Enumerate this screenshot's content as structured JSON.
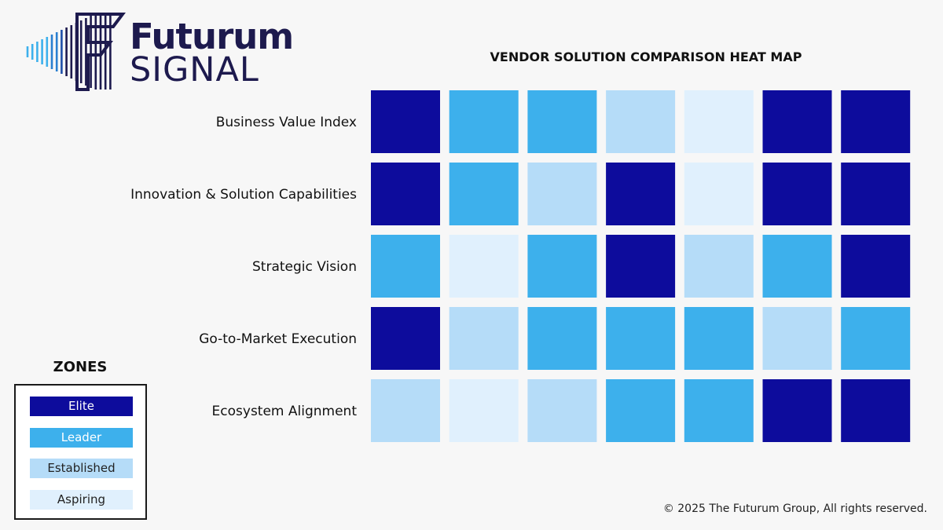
{
  "logo": {
    "line1": "Futurum",
    "line2": "SIGNAL",
    "icon": "futurum-signal-logo-icon"
  },
  "chart_data": {
    "type": "heatmap",
    "title": "VENDOR SOLUTION COMPARISON HEAT MAP",
    "rows": [
      "Business Value Index",
      "Innovation & Solution Capabilities",
      "Strategic Vision",
      "Go-to-Market Execution",
      "Ecosystem Alignment"
    ],
    "columns": 7,
    "values": [
      [
        "Elite",
        "Leader",
        "Leader",
        "Established",
        "Aspiring",
        "Elite",
        "Elite"
      ],
      [
        "Elite",
        "Leader",
        "Established",
        "Elite",
        "Aspiring",
        "Elite",
        "Elite"
      ],
      [
        "Leader",
        "Aspiring",
        "Leader",
        "Elite",
        "Established",
        "Leader",
        "Elite"
      ],
      [
        "Elite",
        "Established",
        "Leader",
        "Leader",
        "Leader",
        "Established",
        "Leader"
      ],
      [
        "Established",
        "Aspiring",
        "Established",
        "Leader",
        "Leader",
        "Elite",
        "Elite"
      ]
    ],
    "legend": {
      "title": "ZONES",
      "placement": "bottom-left",
      "items": [
        {
          "label": "Elite",
          "color": "#0d0c9c",
          "text_color": "#ffffff"
        },
        {
          "label": "Leader",
          "color": "#3db0ec",
          "text_color": "#ffffff"
        },
        {
          "label": "Established",
          "color": "#b5dcf8",
          "text_color": "#222222"
        },
        {
          "label": "Aspiring",
          "color": "#e0f0fd",
          "text_color": "#222222"
        }
      ]
    }
  },
  "footer": {
    "copyright": "© 2025 The Futurum Group, All rights reserved."
  }
}
